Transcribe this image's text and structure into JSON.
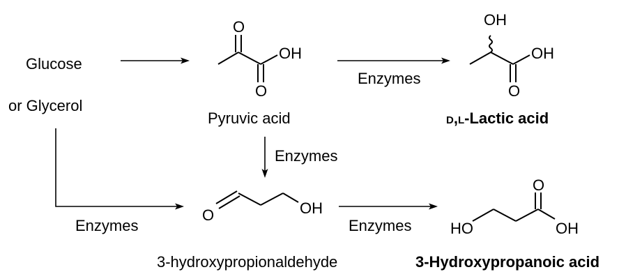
{
  "labels": {
    "glucose": "Glucose",
    "glycerol": "or Glycerol",
    "pyruvic_acid": "Pyruvic acid",
    "lactic_prefix": "D",
    "lactic_sep": ",",
    "lactic_l": "L",
    "lactic_rest": "-Lactic acid",
    "hpa": "3-hydroxypropionaldehyde",
    "three_hp": "3-Hydroxypropanoic acid"
  },
  "reagents": {
    "pyruvate_to_lactate": "Enzymes",
    "pyruvate_to_hpa": "Enzymes",
    "feed_to_hpa": "Enzymes",
    "hpa_to_3hp": "Enzymes"
  },
  "atoms": {
    "pyruvic_o_top": "O",
    "pyruvic_oh": "OH",
    "pyruvic_o_bottom": "O",
    "lactic_oh_top": "OH",
    "lactic_oh_right": "OH",
    "lactic_o_bottom": "O",
    "hpa_o": "O",
    "hpa_oh": "OH",
    "hp_o_top": "O",
    "hp_ho": "HO",
    "hp_oh": "OH"
  }
}
